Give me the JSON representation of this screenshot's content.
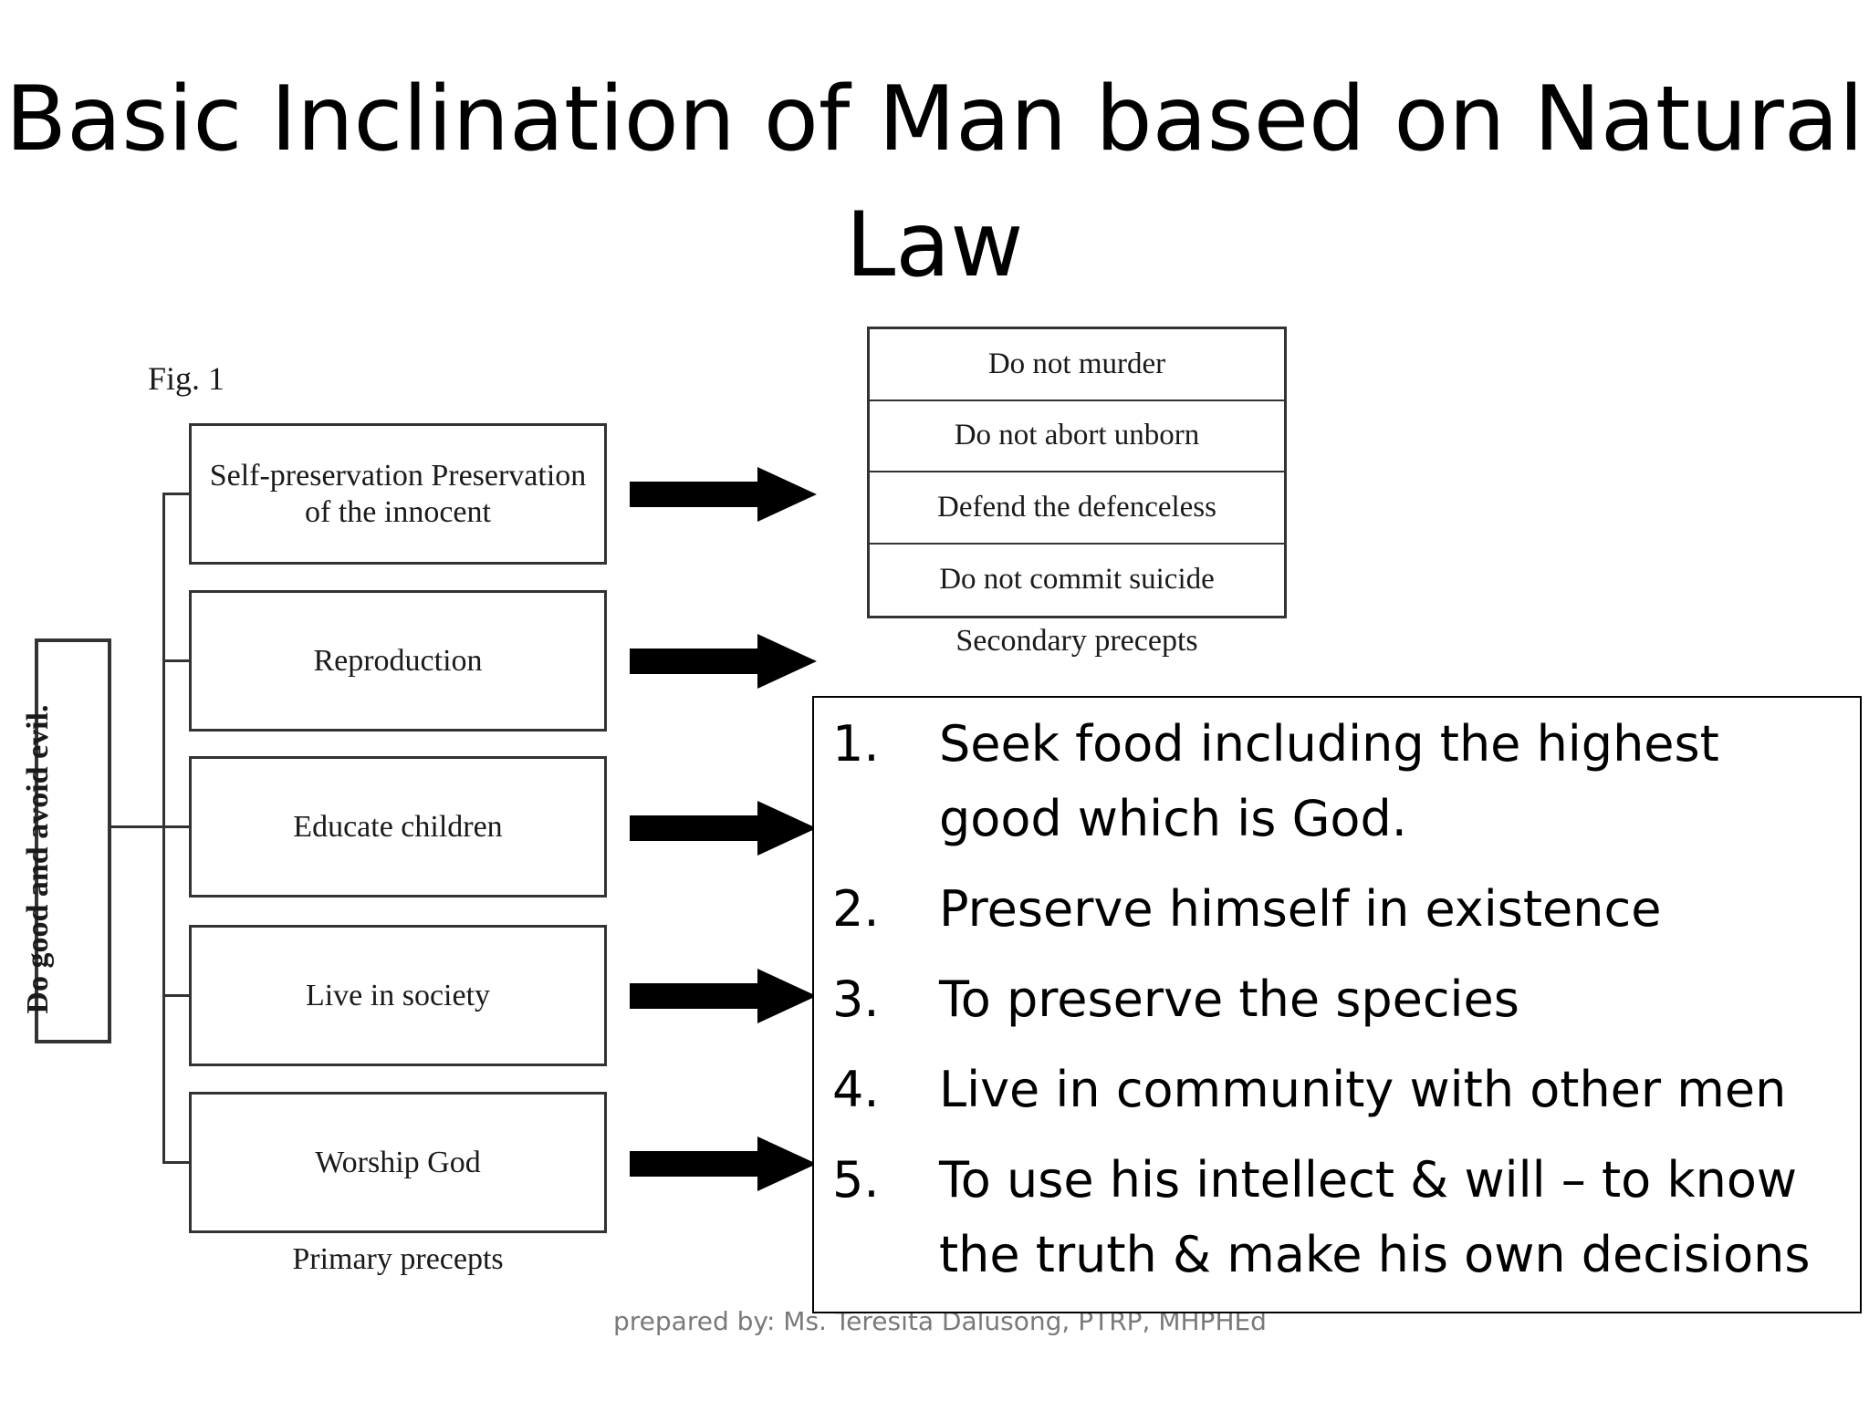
{
  "title": "Basic Inclination of Man based on Natural Law",
  "figure": {
    "label": "Fig. 1",
    "root": "Do good and avoid evil.",
    "primary_precepts": [
      "Self-preservation Preservation of the innocent",
      "Reproduction",
      "Educate children",
      "Live in society",
      "Worship God"
    ],
    "primary_caption": "Primary precepts",
    "secondary_precepts": [
      "Do not murder",
      "Do not abort unborn",
      "Defend the defenceless",
      "Do not commit suicide"
    ],
    "secondary_caption": "Secondary precepts"
  },
  "list": [
    {
      "num": "1.",
      "text": "Seek food including the highest good which is God."
    },
    {
      "num": "2.",
      "text": "Preserve himself in existence"
    },
    {
      "num": "3.",
      "text": "To preserve the species"
    },
    {
      "num": "4.",
      "text": "Live in community with other men"
    },
    {
      "num": "5.",
      "text": "To use his intellect & will – to know the truth & make his own decisions"
    }
  ],
  "credit": "prepared by: Ms. Teresita Dalusong, PTRP, MHPHEd"
}
